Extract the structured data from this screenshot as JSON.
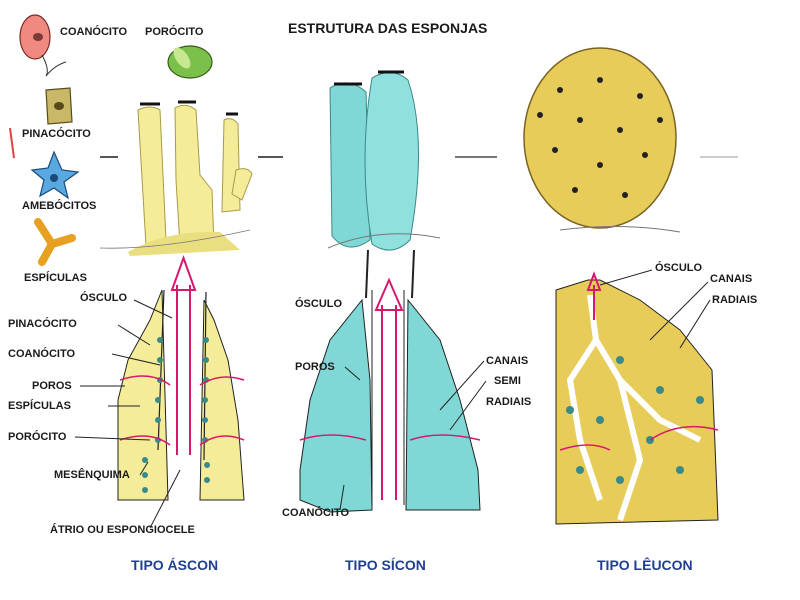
{
  "title": "ESTRUTURA DAS ESPONJAS",
  "cells": {
    "coanocito": "COANÓCITO",
    "porocito": "PORÓCITO",
    "pinacocito": "PINACÓCITO",
    "amebocitos": "AMEBÓCITOS",
    "espiculas": "ESPÍCULAS"
  },
  "ascon": {
    "labels": [
      "ÓSCULO",
      "PINACÓCITO",
      "COANÓCITO",
      "POROS",
      "ESPÍCULAS",
      "PORÓCITO",
      "MESÊNQUIMA",
      "ÁTRIO  OU ESPONGIOCELE"
    ],
    "name": "TIPO ÁSCON"
  },
  "sicon": {
    "labels": [
      "ÓSCULO",
      "POROS",
      "CANAIS",
      "SEMI",
      "RADIAIS",
      "COANÓCITO"
    ],
    "name": "TIPO SÍCON"
  },
  "leucon": {
    "labels": [
      "ÓSCULO",
      "CANAIS",
      "RADIAIS"
    ],
    "name": "TIPO LÊUCON"
  },
  "colors": {
    "yellow_sponge": "#f4ec98",
    "cyan_sponge": "#7fd8d6",
    "leucon_sponge": "#e8cc5a",
    "arrow": "#d8186c",
    "type_label": "#1f3f8f"
  }
}
